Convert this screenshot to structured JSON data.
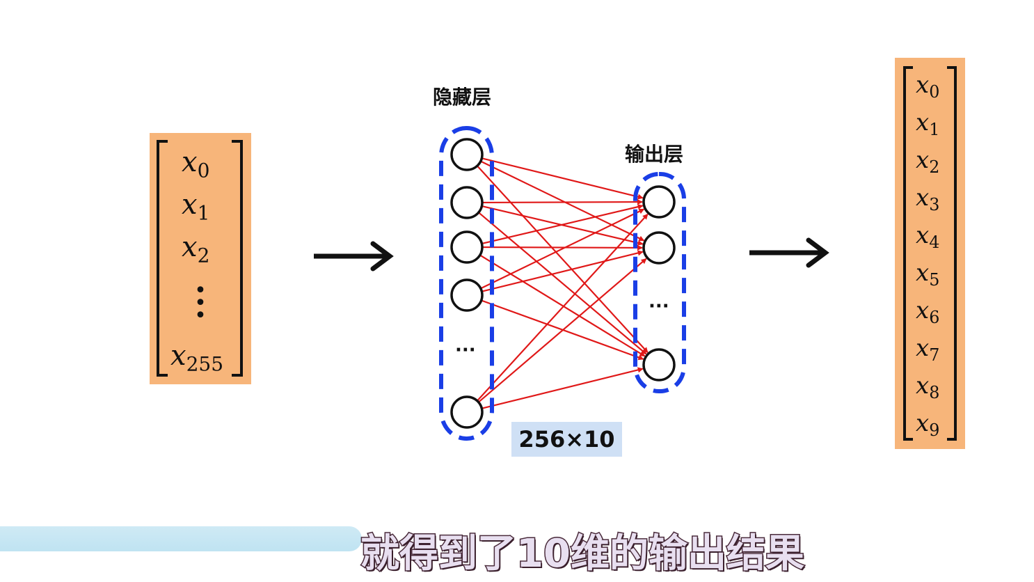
{
  "input_vector": {
    "entries": [
      {
        "base": "x",
        "sub": "0"
      },
      {
        "base": "x",
        "sub": "1"
      },
      {
        "base": "x",
        "sub": "2"
      },
      {
        "base": "x",
        "sub": "255"
      }
    ],
    "ellipsis": "⋮"
  },
  "hidden_layer": {
    "label": "隐藏层",
    "ellipsis": "···"
  },
  "output_layer": {
    "label": "输出层",
    "ellipsis": "···"
  },
  "weight_shape": "256×10",
  "output_vector": {
    "entries": [
      {
        "base": "x",
        "sub": "0"
      },
      {
        "base": "x",
        "sub": "1"
      },
      {
        "base": "x",
        "sub": "2"
      },
      {
        "base": "x",
        "sub": "3"
      },
      {
        "base": "x",
        "sub": "4"
      },
      {
        "base": "x",
        "sub": "5"
      },
      {
        "base": "x",
        "sub": "6"
      },
      {
        "base": "x",
        "sub": "7"
      },
      {
        "base": "x",
        "sub": "8"
      },
      {
        "base": "x",
        "sub": "9"
      }
    ]
  },
  "subtitle": "就得到了10维的输出结果",
  "colors": {
    "vector_fill": "#f7b57a",
    "layer_outline": "#1a3ee6",
    "connection": "#e01818",
    "label_box": "#cfe0f5"
  }
}
